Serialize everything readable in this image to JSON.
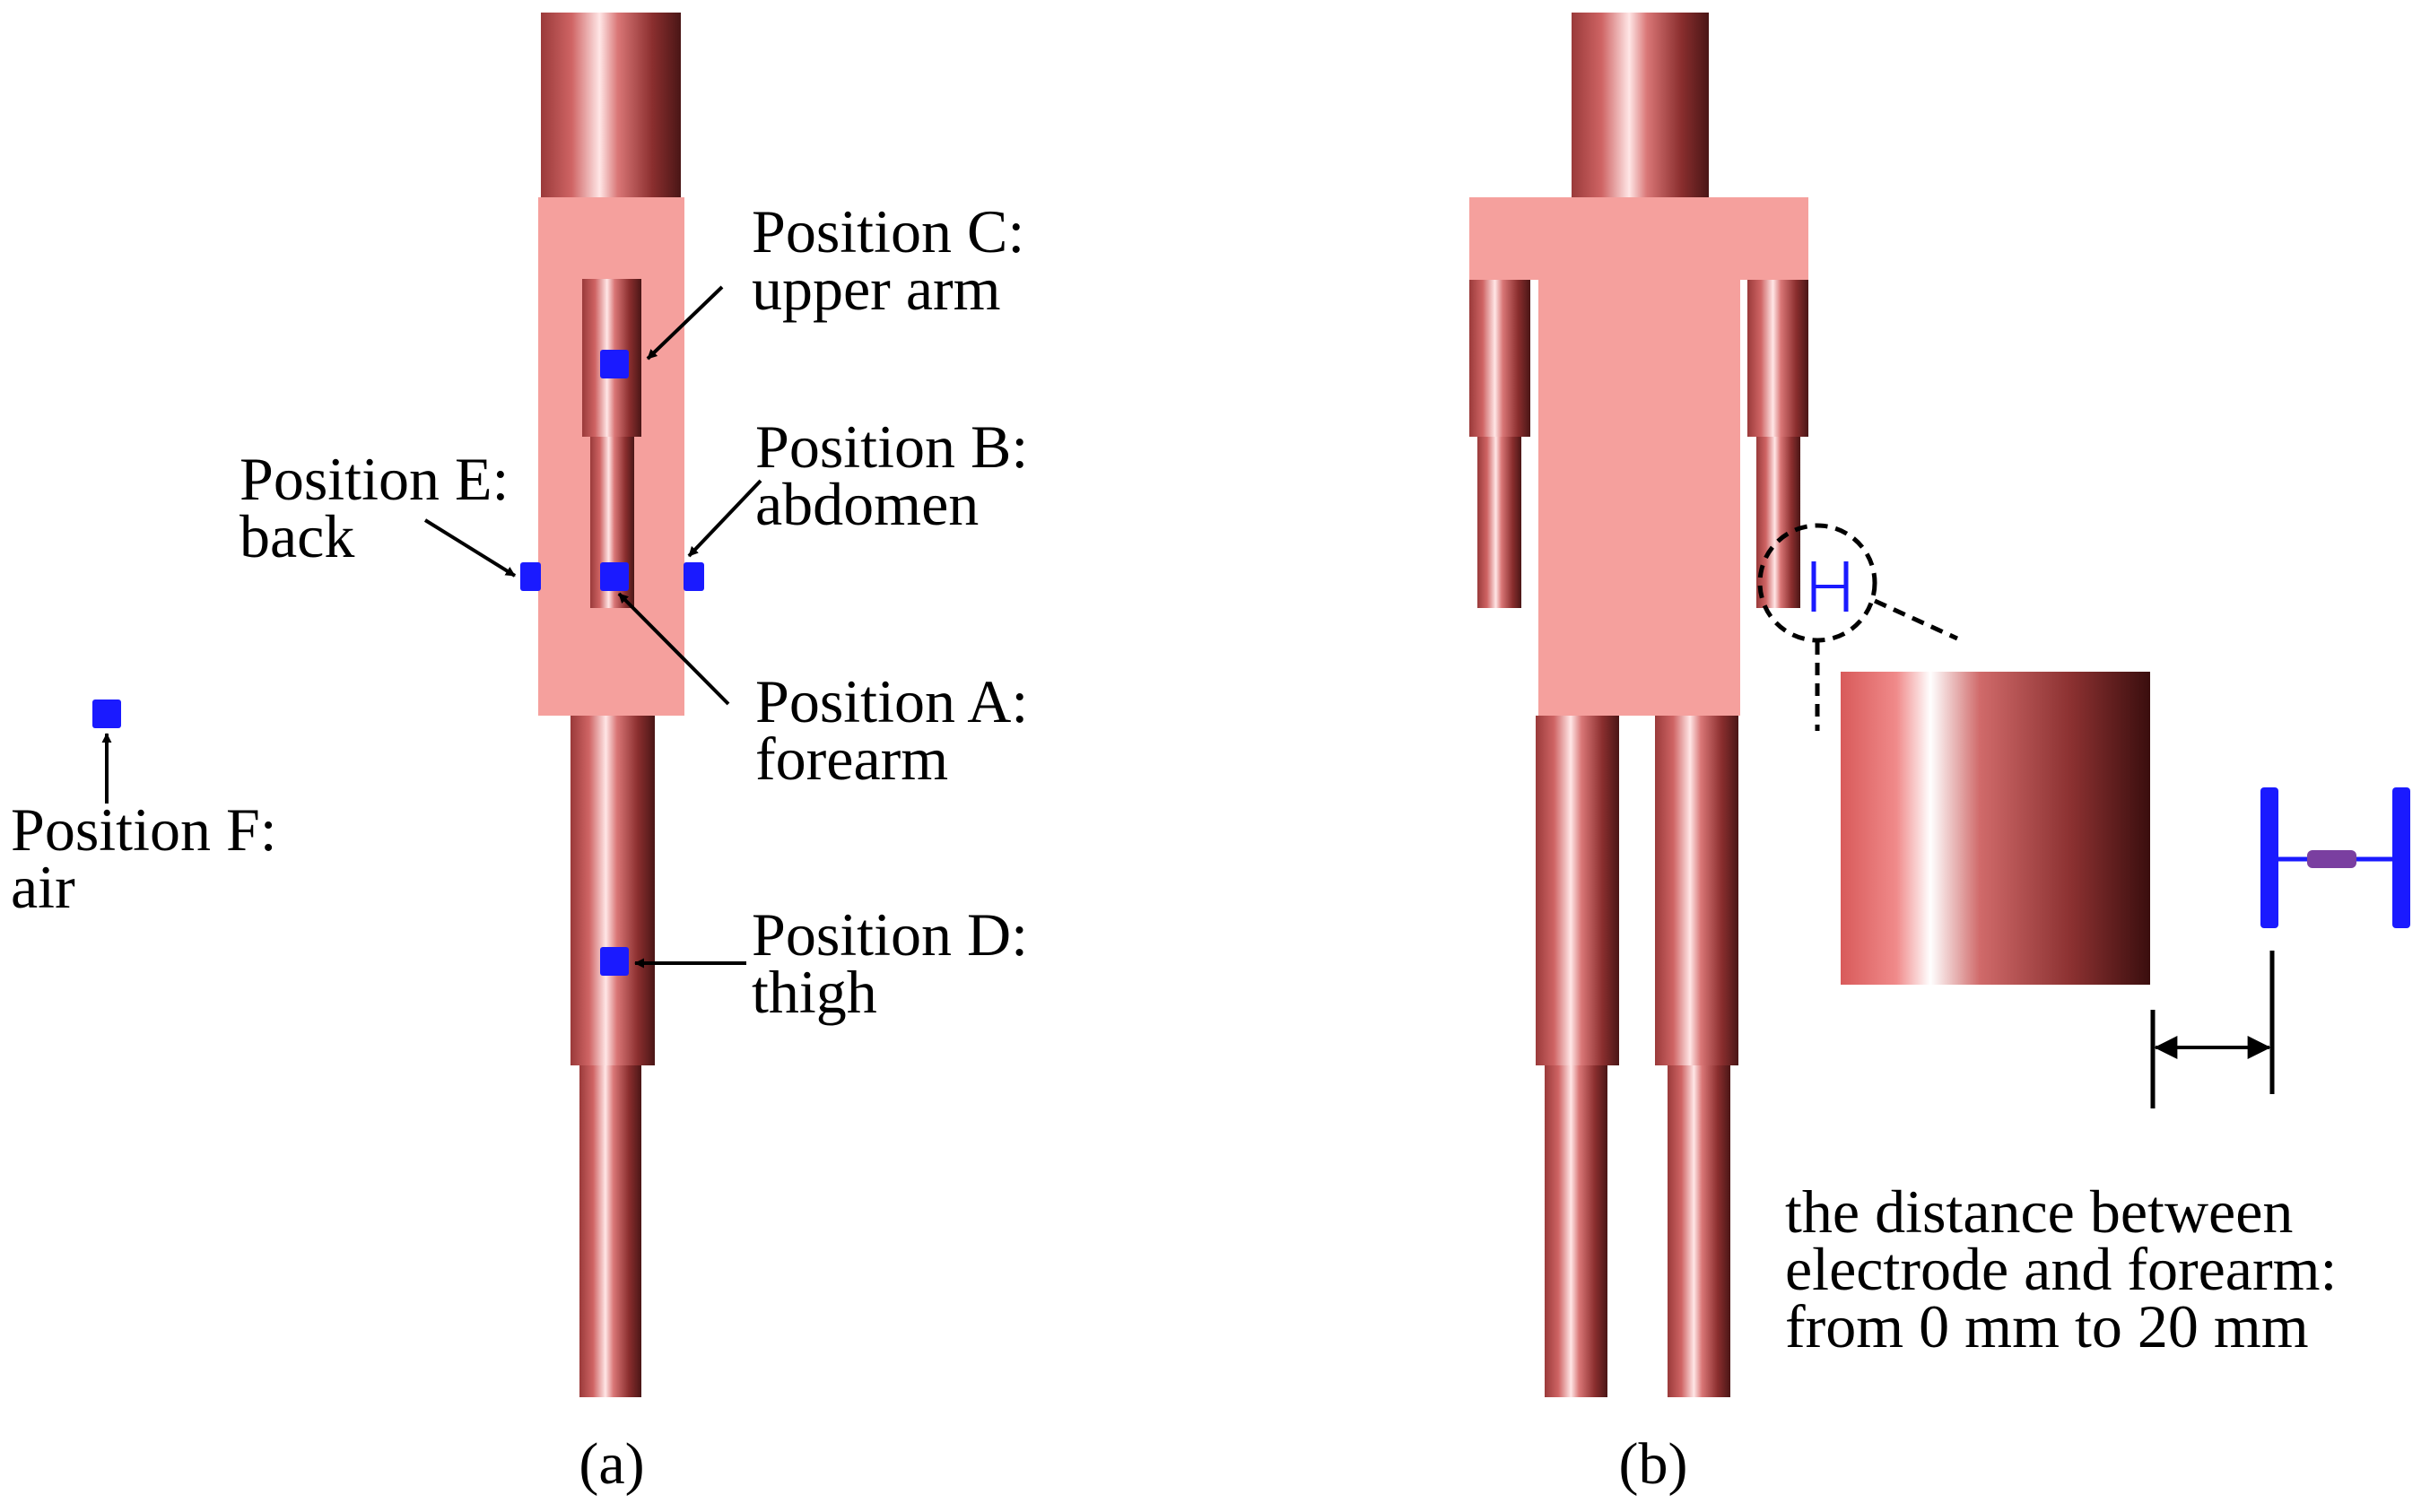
{
  "colors": {
    "torso": "#f5a09d",
    "limb_dark": "#451414",
    "limb_mid": "#bf5252",
    "limb_light": "#ffe8e8",
    "electrode": "#1a1aff",
    "electrode_bar": "#7a3fa0",
    "arrow": "#000000"
  },
  "panel_a": {
    "caption": "(a)",
    "positions": [
      {
        "id": "C",
        "title": "Position C:",
        "place": "upper arm"
      },
      {
        "id": "B",
        "title": "Position B:",
        "place": "abdomen"
      },
      {
        "id": "E",
        "title": "Position E:",
        "place": "back"
      },
      {
        "id": "A",
        "title": "Position A:",
        "place": "forearm"
      },
      {
        "id": "F",
        "title": "Position F:",
        "place": "air"
      },
      {
        "id": "D",
        "title": "Position D:",
        "place": "thigh"
      }
    ]
  },
  "panel_b": {
    "caption": "(b)",
    "electrode_symbol": "H",
    "distance_note": [
      "the distance between",
      "electrode and forearm:",
      "from 0 mm to 20 mm"
    ]
  }
}
